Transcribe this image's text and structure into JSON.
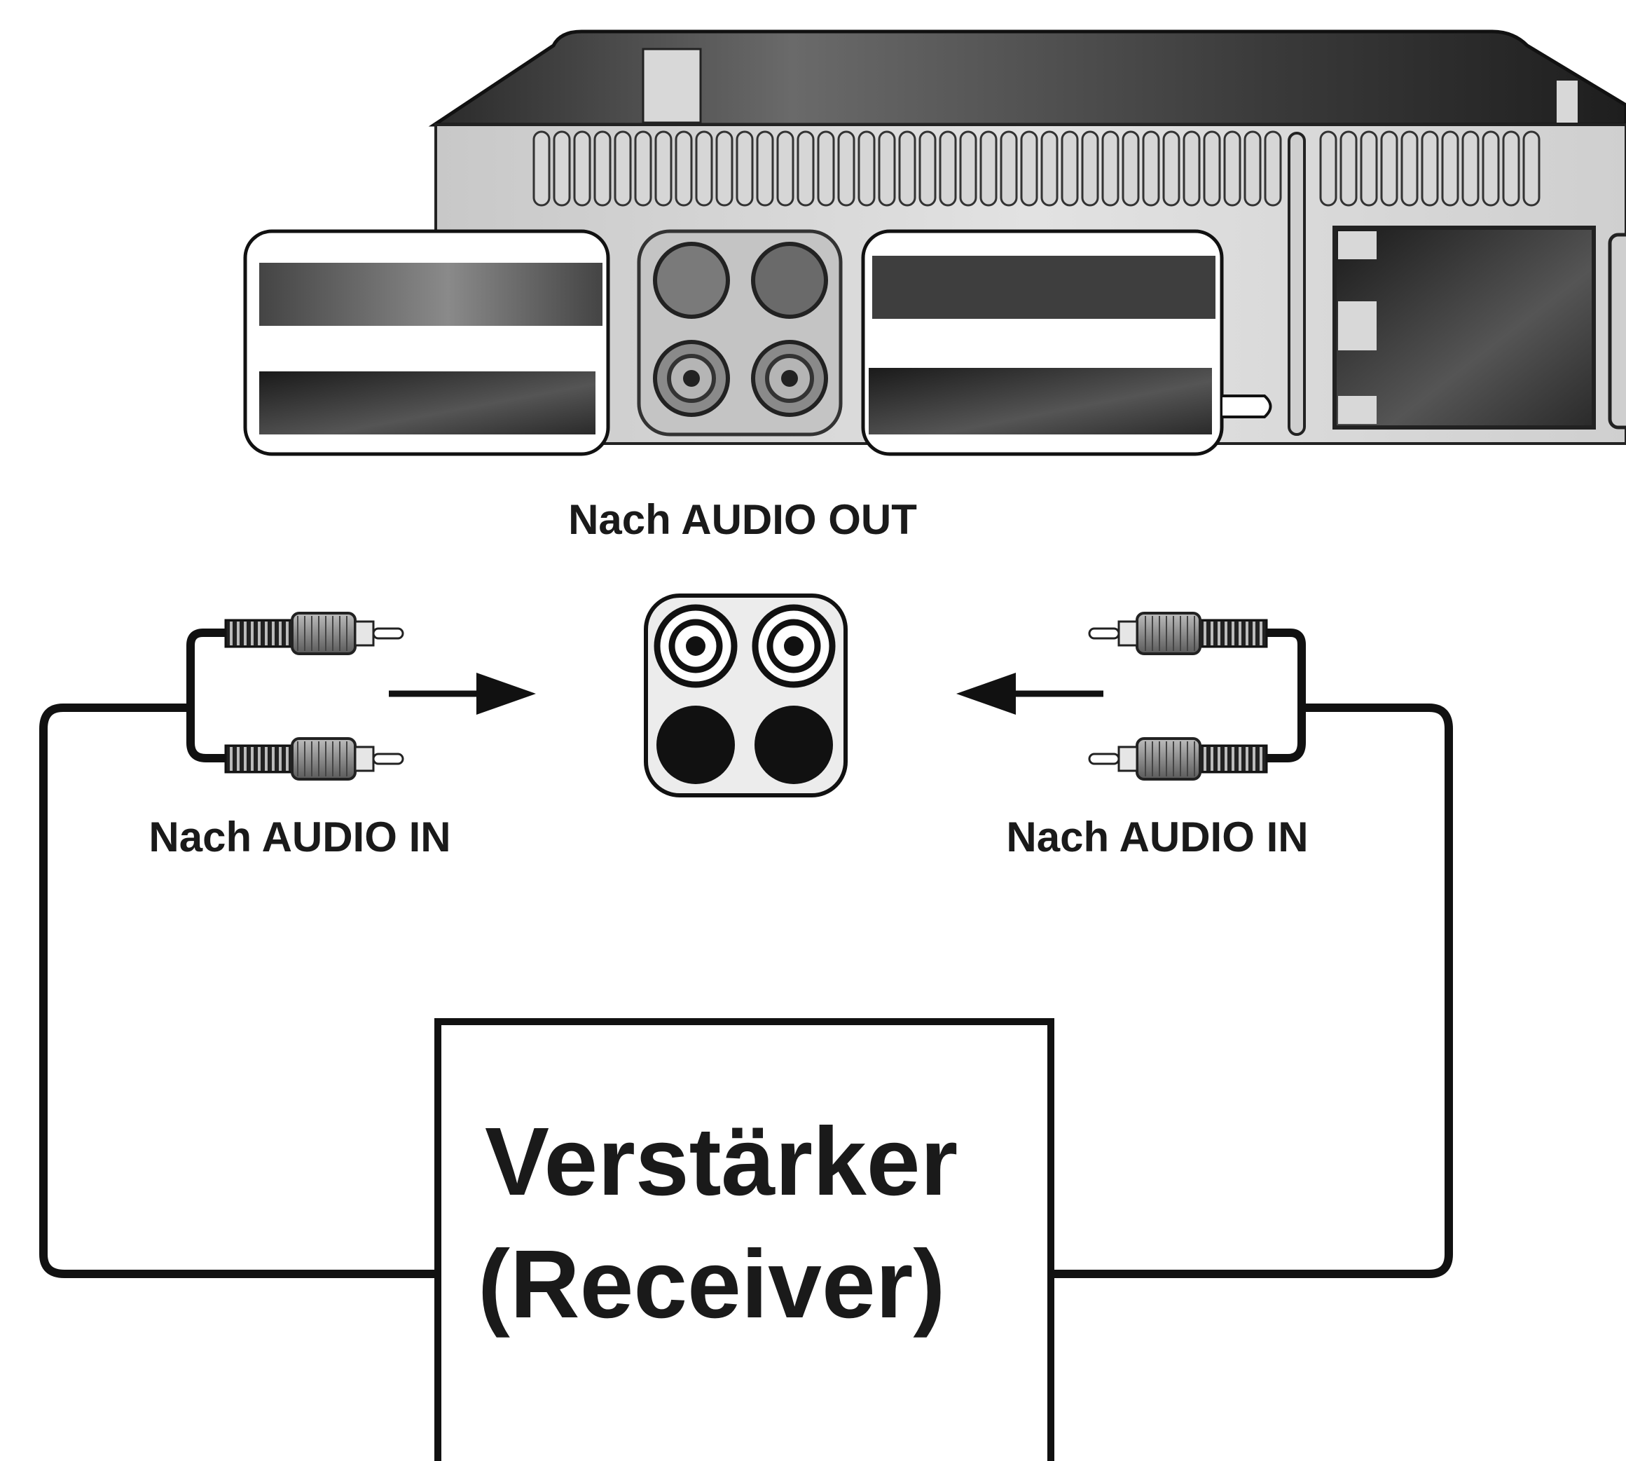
{
  "labels": {
    "audio_out": "Nach AUDIO OUT",
    "audio_in_left": "Nach AUDIO IN",
    "audio_in_right": "Nach AUDIO IN",
    "receiver_line1": "Verstärker",
    "receiver_line2": "(Receiver)"
  },
  "colors": {
    "ink": "#111111",
    "panel": "#d4d4d4",
    "panel_dark": "#3a3a3a",
    "background": "#ffffff"
  }
}
